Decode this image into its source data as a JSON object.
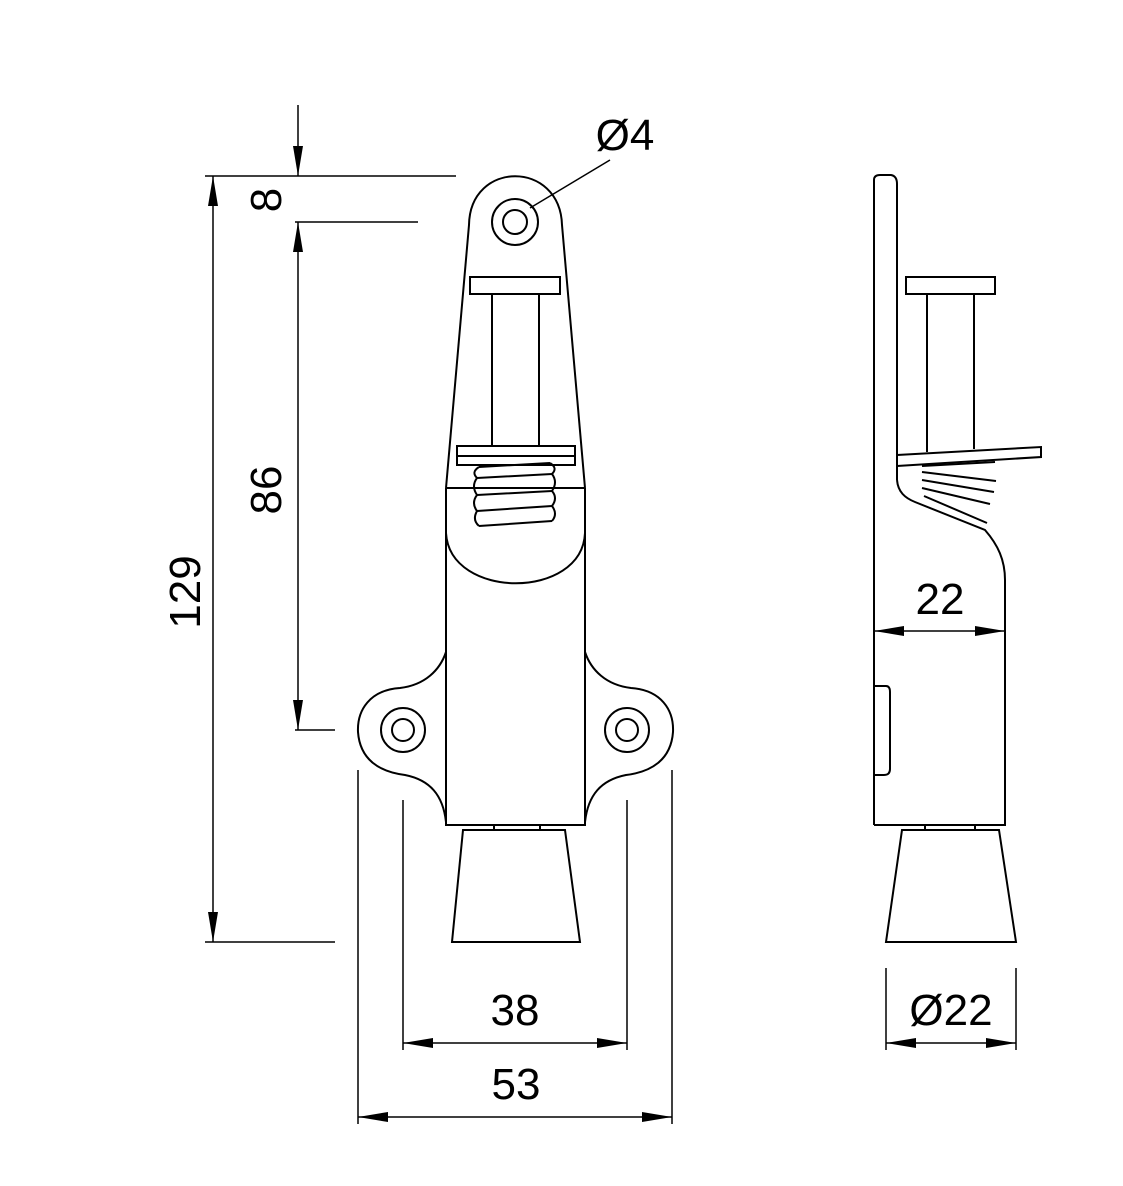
{
  "drawing": {
    "front_view": {
      "hole_diameter": "Ø4",
      "top_offset": "8",
      "hole_spacing_vertical": "86",
      "overall_height": "129",
      "mount_hole_spacing": "38",
      "overall_width": "53"
    },
    "side_view": {
      "body_depth": "22",
      "foot_diameter": "Ø22"
    }
  }
}
